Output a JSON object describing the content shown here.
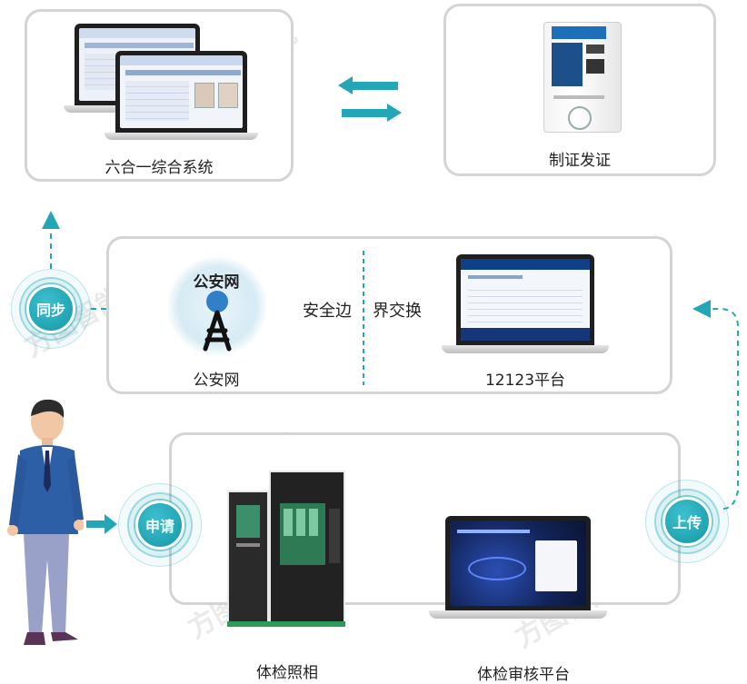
{
  "nodes": {
    "six_in_one": "六合一综合系统",
    "card_issue": "制证发证",
    "police_net_badge": "公安网",
    "police_net": "公安网",
    "border_exchange_left": "安全边",
    "border_exchange_right": "界交换",
    "platform_12123": "12123平台",
    "photo_kiosk": "体检照相",
    "review_platform": "体检审核平台"
  },
  "circles": {
    "sync": "同步",
    "apply": "申请",
    "upload": "上传"
  },
  "watermark": "方图智能",
  "colors": {
    "accent": "#23a7b6",
    "box_border": "#d4d4d4",
    "kiosk_green": "#2e9a5a"
  }
}
